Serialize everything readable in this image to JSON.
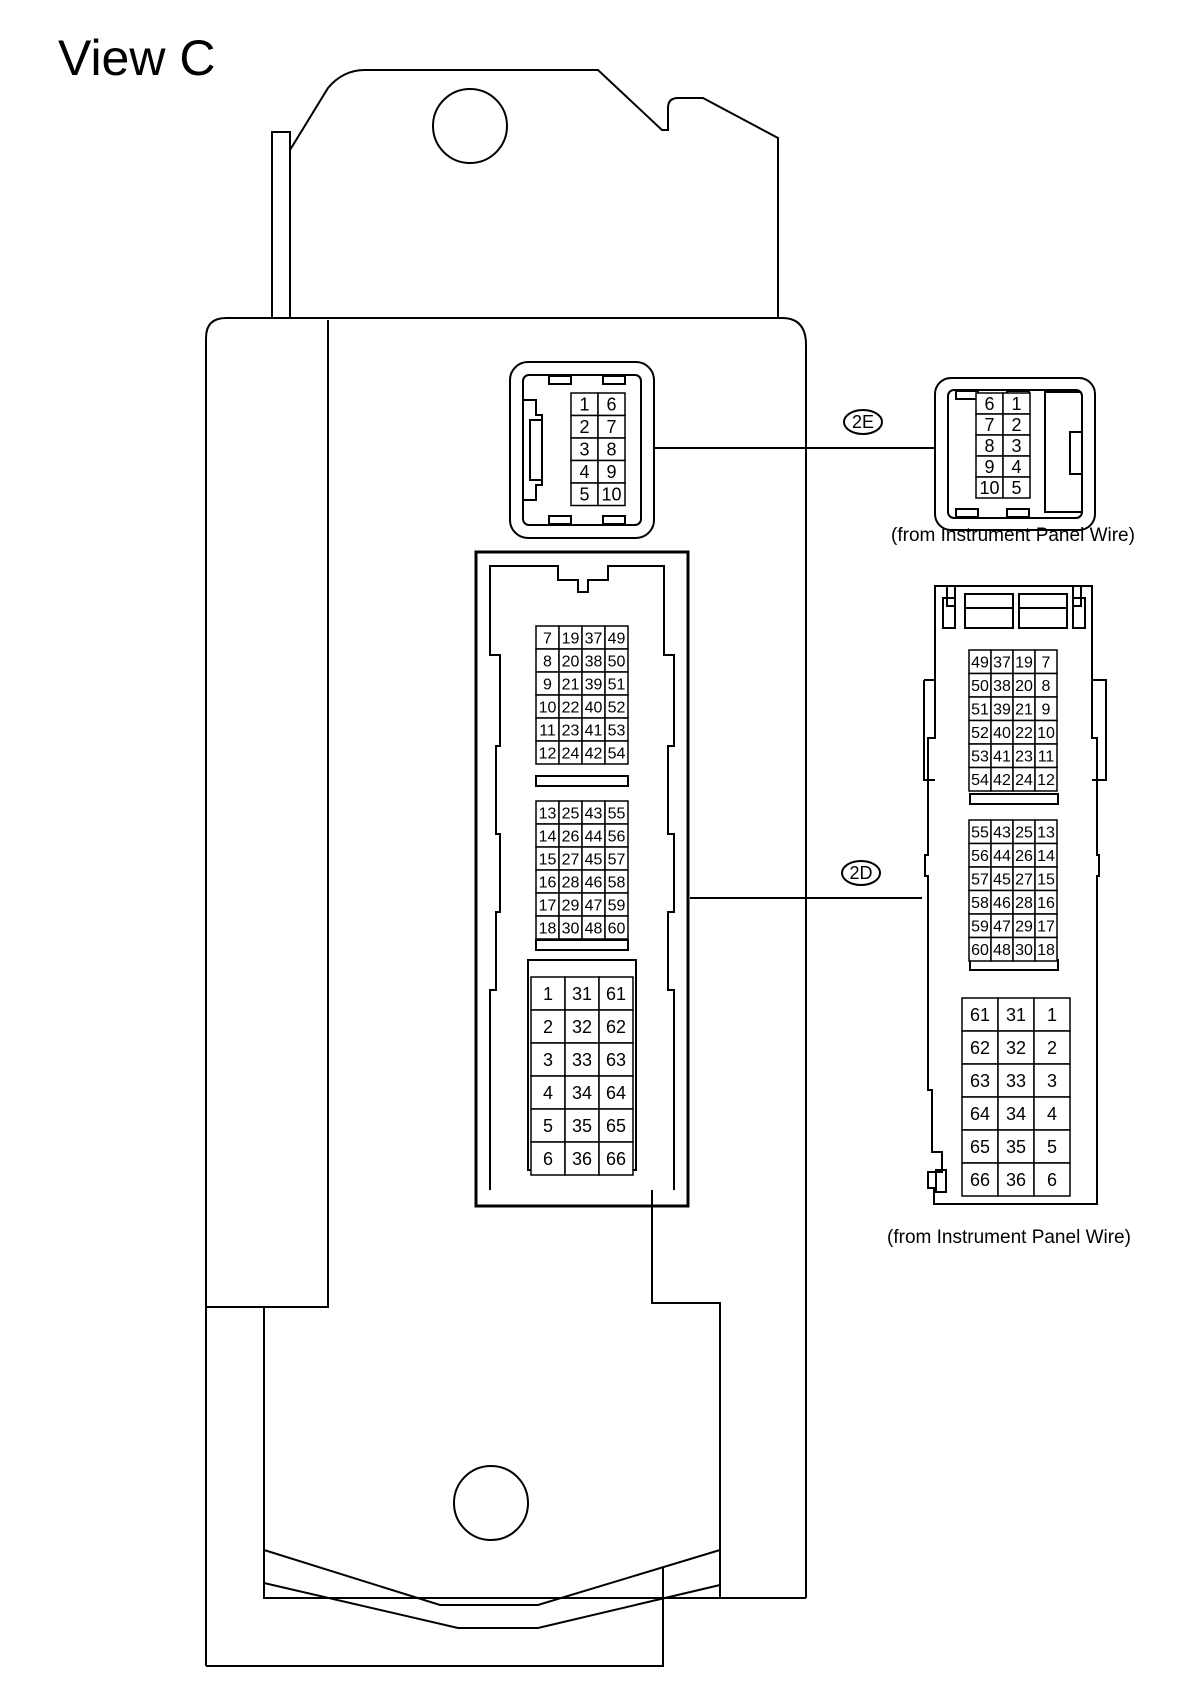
{
  "title": "View C",
  "callouts": {
    "e_label": "2E",
    "d_label": "2D"
  },
  "captions": {
    "e_caption": "(from Instrument Panel Wire)",
    "d_caption": "(from Instrument Panel Wire)"
  },
  "connector_2e_left": [
    [
      "1",
      "6"
    ],
    [
      "2",
      "7"
    ],
    [
      "3",
      "8"
    ],
    [
      "4",
      "9"
    ],
    [
      "5",
      "10"
    ]
  ],
  "connector_2e_right": [
    [
      "6",
      "1"
    ],
    [
      "7",
      "2"
    ],
    [
      "8",
      "3"
    ],
    [
      "9",
      "4"
    ],
    [
      "10",
      "5"
    ]
  ],
  "connector_2d_left": {
    "upper": [
      [
        "7",
        "19",
        "37",
        "49"
      ],
      [
        "8",
        "20",
        "38",
        "50"
      ],
      [
        "9",
        "21",
        "39",
        "51"
      ],
      [
        "10",
        "22",
        "40",
        "52"
      ],
      [
        "11",
        "23",
        "41",
        "53"
      ],
      [
        "12",
        "24",
        "42",
        "54"
      ]
    ],
    "middle": [
      [
        "13",
        "25",
        "43",
        "55"
      ],
      [
        "14",
        "26",
        "44",
        "56"
      ],
      [
        "15",
        "27",
        "45",
        "57"
      ],
      [
        "16",
        "28",
        "46",
        "58"
      ],
      [
        "17",
        "29",
        "47",
        "59"
      ],
      [
        "18",
        "30",
        "48",
        "60"
      ]
    ],
    "lower": [
      [
        "1",
        "31",
        "61"
      ],
      [
        "2",
        "32",
        "62"
      ],
      [
        "3",
        "33",
        "63"
      ],
      [
        "4",
        "34",
        "64"
      ],
      [
        "5",
        "35",
        "65"
      ],
      [
        "6",
        "36",
        "66"
      ]
    ]
  },
  "connector_2d_right": {
    "upper": [
      [
        "49",
        "37",
        "19",
        "7"
      ],
      [
        "50",
        "38",
        "20",
        "8"
      ],
      [
        "51",
        "39",
        "21",
        "9"
      ],
      [
        "52",
        "40",
        "22",
        "10"
      ],
      [
        "53",
        "41",
        "23",
        "11"
      ],
      [
        "54",
        "42",
        "24",
        "12"
      ]
    ],
    "middle": [
      [
        "55",
        "43",
        "25",
        "13"
      ],
      [
        "56",
        "44",
        "26",
        "14"
      ],
      [
        "57",
        "45",
        "27",
        "15"
      ],
      [
        "58",
        "46",
        "28",
        "16"
      ],
      [
        "59",
        "47",
        "29",
        "17"
      ],
      [
        "60",
        "48",
        "30",
        "18"
      ]
    ],
    "lower": [
      [
        "61",
        "31",
        "1"
      ],
      [
        "62",
        "32",
        "2"
      ],
      [
        "63",
        "33",
        "3"
      ],
      [
        "64",
        "34",
        "4"
      ],
      [
        "65",
        "35",
        "5"
      ],
      [
        "66",
        "36",
        "6"
      ]
    ]
  }
}
